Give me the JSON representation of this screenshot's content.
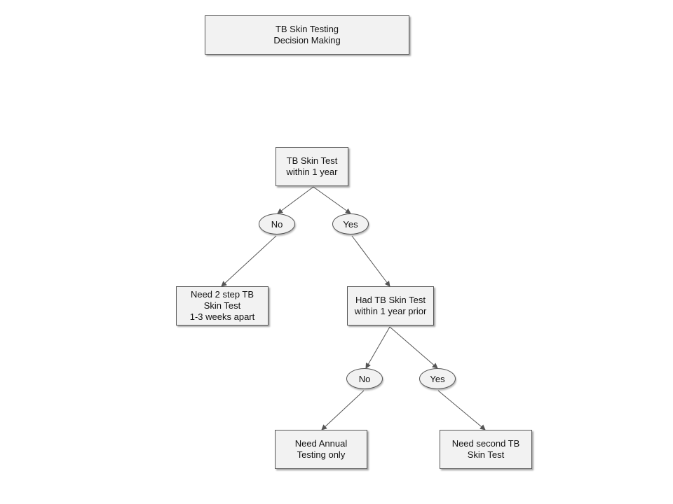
{
  "title": {
    "line1": "TB Skin Testing",
    "line2": "Decision Making"
  },
  "nodes": {
    "root": {
      "line1": "TB Skin Test",
      "line2": "within 1 year"
    },
    "root_no": {
      "label": "No"
    },
    "root_yes": {
      "label": "Yes"
    },
    "two_step": {
      "line1": "Need 2 step TB",
      "line2": "Skin Test",
      "line3": "1-3 weeks apart"
    },
    "prior": {
      "line1": "Had TB Skin Test",
      "line2": "within 1 year prior"
    },
    "prior_no": {
      "label": "No"
    },
    "prior_yes": {
      "label": "Yes"
    },
    "annual": {
      "line1": "Need Annual",
      "line2": "Testing only"
    },
    "second": {
      "line1": "Need second TB",
      "line2": "Skin Test"
    }
  }
}
